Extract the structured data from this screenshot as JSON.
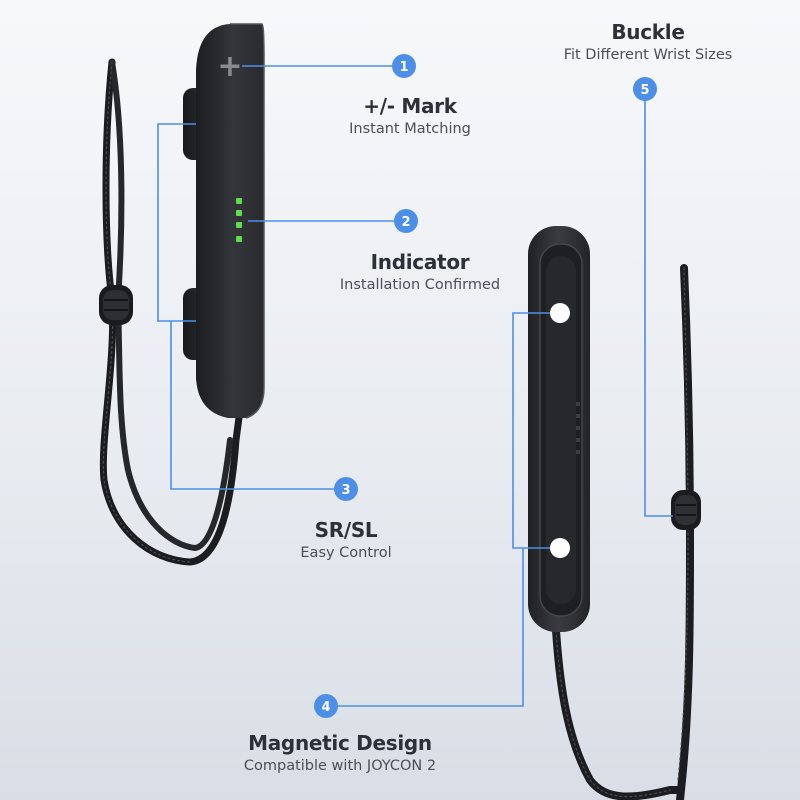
{
  "colors": {
    "accent": "#4d8fe6",
    "indicator_green": "#5ee04b",
    "device_body": "#2b2c30",
    "strap": "#1e1f22",
    "background": "#eef0f4"
  },
  "features": [
    {
      "number": "1",
      "title": "+/- Mark",
      "subtitle": "Instant Matching"
    },
    {
      "number": "2",
      "title": "Indicator",
      "subtitle": "Installation Confirmed"
    },
    {
      "number": "3",
      "title": "SR/SL",
      "subtitle": "Easy Control"
    },
    {
      "number": "4",
      "title": "Magnetic Design",
      "subtitle": "Compatible with JOYCON 2"
    },
    {
      "number": "5",
      "title": "Buckle",
      "subtitle": "Fit Different Wrist Sizes"
    }
  ],
  "device_mark": "+"
}
